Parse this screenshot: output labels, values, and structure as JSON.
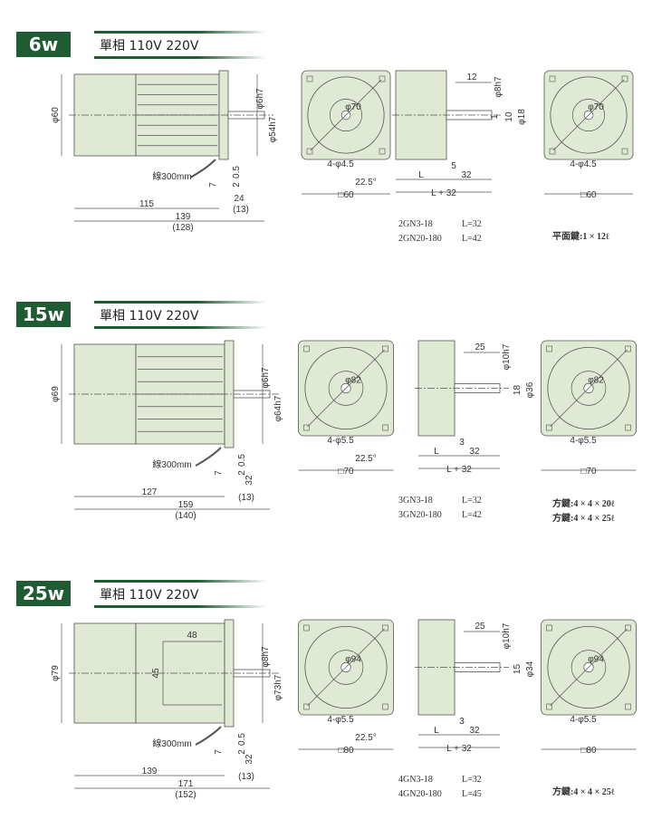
{
  "colors": {
    "badge": "#1f5b33",
    "body": "#dfe9d3",
    "line": "#555555"
  },
  "sections": [
    {
      "badge": "6w",
      "subtitle": "單相 110V 220V",
      "motor": {
        "dia": "φ60",
        "shaft": "φ6h7",
        "pilot": "φ54h7",
        "lead": "線300mm",
        "d05": "0.5",
        "d7": "7",
        "d2": "2",
        "body_len": "115",
        "total": "139",
        "total_alt": "(128)",
        "shaft_len": "24",
        "shaft_alt": "(13)"
      },
      "front": {
        "pcd": "φ70",
        "holes": "4-φ4.5",
        "angle": "22.5°",
        "size": "□60"
      },
      "gear_side": {
        "top": "12",
        "shaft": "φ8h7",
        "a": "1",
        "b": "10",
        "c": "φ18",
        "step": "5",
        "l": "L",
        "l2": "32",
        "total": "L + 32"
      },
      "gear_front": {
        "pcd": "φ70",
        "holes": "4-φ4.5",
        "size": "□60"
      },
      "models": [
        {
          "name": "2GN3-18",
          "len": "L=32"
        },
        {
          "name": "2GN20-180",
          "len": "L=42"
        }
      ],
      "keys": [
        "平面鍵:1 × 12ℓ"
      ]
    },
    {
      "badge": "15w",
      "subtitle": "單相 110V 220V",
      "motor": {
        "dia": "φ69",
        "shaft": "φ6h7",
        "pilot": "φ64h7",
        "lead": "線300mm",
        "d05": "0.5",
        "d7": "7",
        "d2": "2",
        "d32": "32",
        "body_len": "127",
        "total": "159",
        "total_alt": "(140)",
        "shaft_alt": "(13)"
      },
      "front": {
        "pcd": "φ82",
        "holes": "4-φ5.5",
        "angle": "22.5°",
        "size": "□70"
      },
      "gear_side": {
        "top": "25",
        "shaft": "φ10h7",
        "b": "18",
        "c": "φ36",
        "step": "3",
        "l": "L",
        "l2": "32",
        "total": "L + 32"
      },
      "gear_front": {
        "pcd": "φ82",
        "holes": "4-φ5.5",
        "size": "□70"
      },
      "models": [
        {
          "name": "3GN3-18",
          "len": "L=32"
        },
        {
          "name": "3GN20-180",
          "len": "L=42"
        }
      ],
      "keys": [
        "方鍵:4 × 4 × 20ℓ",
        "方鍵:4 × 4 × 25ℓ"
      ]
    },
    {
      "badge": "25w",
      "subtitle": "單相 110V 220V",
      "motor": {
        "dia": "φ79",
        "inner_w": "48",
        "inner_h": "45",
        "shaft": "φ8h7",
        "pilot": "φ73h7",
        "lead": "線300mm",
        "d05": "0.5",
        "d7": "7",
        "d2": "2",
        "d32": "32",
        "body_len": "139",
        "total": "171",
        "total_alt": "(152)",
        "shaft_alt": "(13)"
      },
      "front": {
        "pcd": "φ94",
        "holes": "4-φ5.5",
        "angle": "22.5°",
        "size": "□80"
      },
      "gear_side": {
        "top": "25",
        "shaft": "φ10h7",
        "b": "15",
        "c": "φ34",
        "step": "3",
        "l": "L",
        "l2": "32",
        "total": "L + 32"
      },
      "gear_front": {
        "pcd": "φ94",
        "holes": "4-φ5.5",
        "size": "□80"
      },
      "models": [
        {
          "name": "4GN3-18",
          "len": "L=32"
        },
        {
          "name": "4GN20-180",
          "len": "L=45"
        }
      ],
      "keys": [
        "方鍵:4 × 4 × 25ℓ"
      ]
    }
  ]
}
